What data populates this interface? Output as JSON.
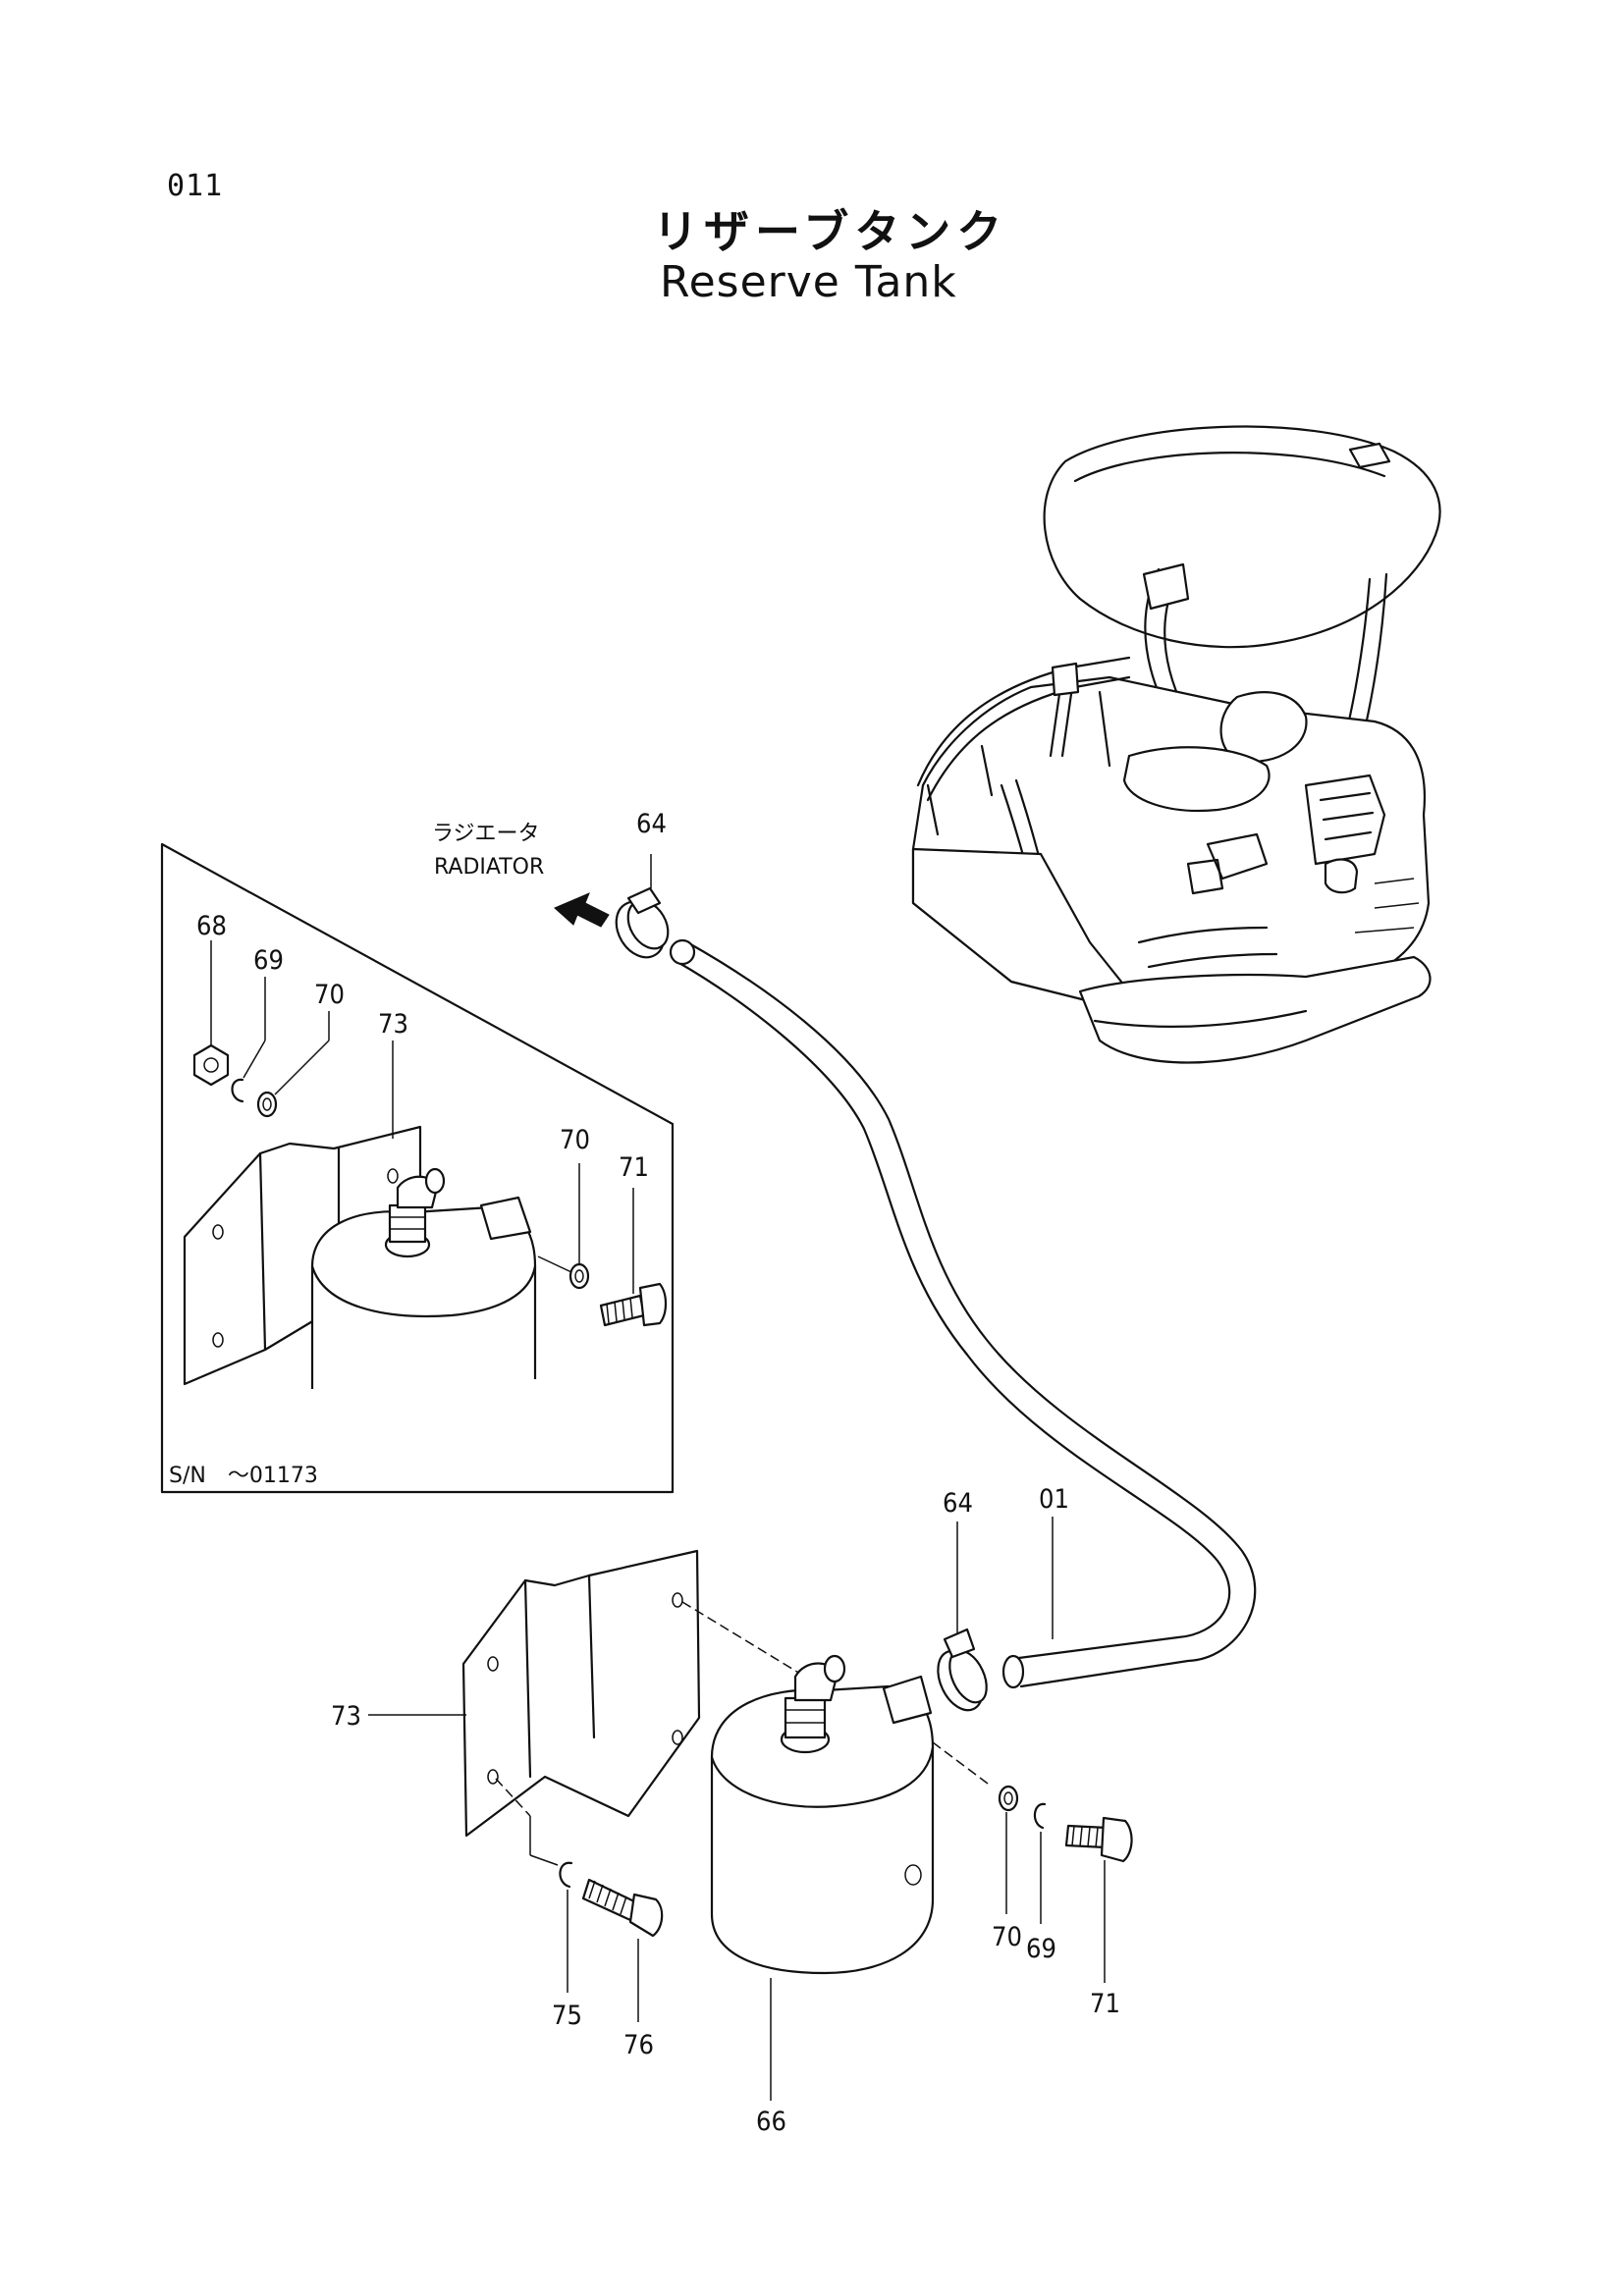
{
  "page": {
    "number": "011"
  },
  "title": {
    "jp": "リザーブタンク",
    "en": "Reserve Tank"
  },
  "radiator": {
    "jp": "ラジエータ",
    "en": "RADIATOR"
  },
  "inset": {
    "serial_note": "S/N　～01173"
  },
  "callouts": {
    "hose_clamp_top": "64",
    "nut_68": "68",
    "inset_washer_69": "69",
    "inset_washer_70_top": "70",
    "inset_bracket_73": "73",
    "inset_washer_70": "70",
    "inset_bolt_71": "71",
    "hose_clamp_bottom": "64",
    "hose_01": "01",
    "bracket_73": "73",
    "washer_75": "75",
    "bolt_76": "76",
    "washer_70": "70",
    "washer_69": "69",
    "bolt_71": "71",
    "tank_66": "66"
  }
}
